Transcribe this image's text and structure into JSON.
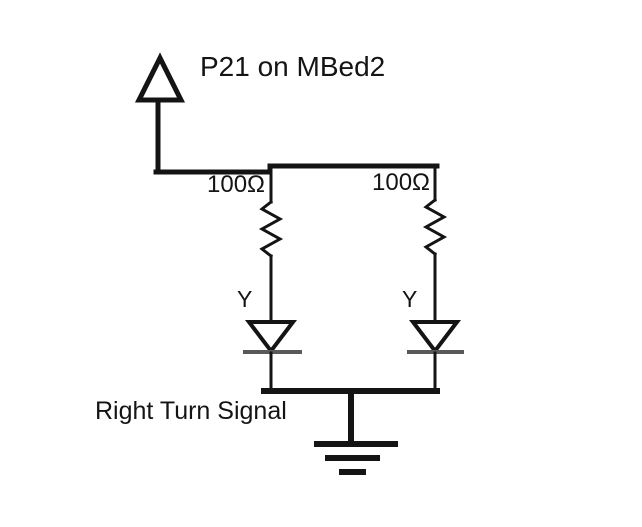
{
  "diagram": {
    "source_pin": "P21 on MBed2",
    "caption": "Right Turn Signal",
    "branches": [
      {
        "resistor": "100Ω",
        "led": "Y"
      },
      {
        "resistor": "100Ω",
        "led": "Y"
      }
    ]
  },
  "colors": {
    "wire": "#141414",
    "cathode_bar": "#595959",
    "background": "#ffffff"
  },
  "symbols": {
    "power_arrow_icon": "open-triangle-up",
    "resistor_icon": "zigzag",
    "led_icon": "triangle-down-with-cathode-bar",
    "ground_icon": "three-bar-earth-ground"
  }
}
